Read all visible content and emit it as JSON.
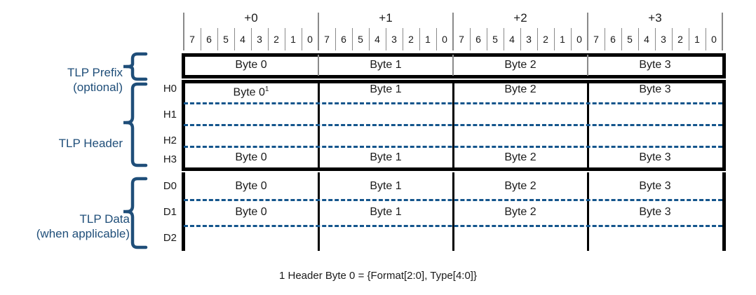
{
  "figure": {
    "footnote": "1 Header Byte 0 = {Format[2:0], Type[4:0]}",
    "accent_color": "#1F4E79",
    "dash_color": "#14558C",
    "border_color": "#000000"
  },
  "columns": {
    "offsets": [
      "+0",
      "+1",
      "+2",
      "+3"
    ],
    "bits": [
      "7",
      "6",
      "5",
      "4",
      "3",
      "2",
      "1",
      "0"
    ]
  },
  "groups": [
    {
      "id": "prefix",
      "line1": "TLP Prefix",
      "line2": "(optional)"
    },
    {
      "id": "header",
      "line1": "TLP Header",
      "line2": ""
    },
    {
      "id": "data",
      "line1": "TLP Data",
      "line2": "(when applicable)"
    }
  ],
  "rows": [
    {
      "id": "",
      "cells": [
        "Byte 0",
        "Byte 1",
        "Byte 2",
        "Byte 3"
      ],
      "superscript": ""
    },
    {
      "id": "H0",
      "cells": [
        "Byte 0",
        "Byte 1",
        "Byte 2",
        "Byte 3"
      ],
      "superscript": "1"
    },
    {
      "id": "H1",
      "cells": [
        "",
        "",
        "",
        ""
      ],
      "superscript": ""
    },
    {
      "id": "H2",
      "cells": [
        "",
        "",
        "",
        ""
      ],
      "superscript": ""
    },
    {
      "id": "H3",
      "cells": [
        "Byte 0",
        "Byte 1",
        "Byte 2",
        "Byte 3"
      ],
      "superscript": ""
    },
    {
      "id": "D0",
      "cells": [
        "Byte 0",
        "Byte 1",
        "Byte 2",
        "Byte 3"
      ],
      "superscript": ""
    },
    {
      "id": "D1",
      "cells": [
        "Byte 0",
        "Byte 1",
        "Byte 2",
        "Byte 3"
      ],
      "superscript": ""
    },
    {
      "id": "D2",
      "cells": [
        "",
        "",
        "",
        ""
      ],
      "superscript": ""
    }
  ]
}
